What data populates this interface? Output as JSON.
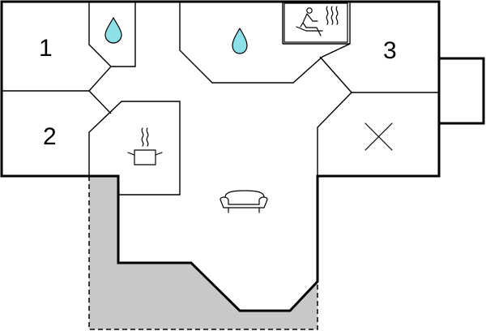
{
  "rooms": [
    {
      "label": "1",
      "type": "bedroom"
    },
    {
      "label": "2",
      "type": "bedroom"
    },
    {
      "label": "3",
      "type": "bedroom"
    }
  ],
  "icons": [
    "water-drop-icon",
    "water-drop-icon",
    "sauna-icon",
    "cooking-pot-icon",
    "sofa-icon",
    "cross-icon"
  ],
  "colors": {
    "wall": "#000000",
    "terrace": "#c8c8c8",
    "water": "#8ee0e8",
    "background": "#ffffff"
  }
}
